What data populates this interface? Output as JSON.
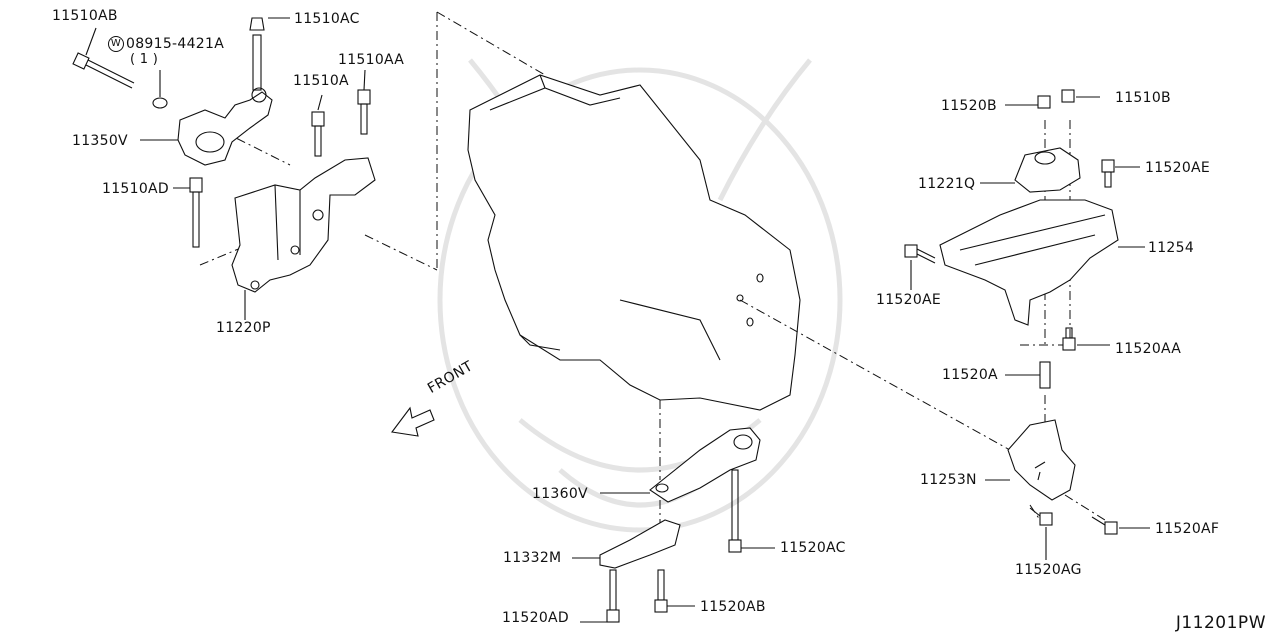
{
  "diagram_code": "J11201PW",
  "direction_label": "FRONT",
  "labels": {
    "p11510AB": "11510AB",
    "washer_part": "08915-4421A",
    "washer_qty": "( 1 )",
    "washer_symbol": "W",
    "p11510AC": "11510AC",
    "p11510AA": "11510AA",
    "p11510A": "11510A",
    "p11350V": "11350V",
    "p11510AD": "11510AD",
    "p11220P": "11220P",
    "p11520B": "11520B",
    "p11510B": "11510B",
    "p11221Q": "11221Q",
    "p11520AE_top": "11520AE",
    "p11254": "11254",
    "p11520AE_left": "11520AE",
    "p11520AA": "11520AA",
    "p11520A": "11520A",
    "p11253N": "11253N",
    "p11520AF": "11520AF",
    "p11520AG": "11520AG",
    "p11360V": "11360V",
    "p11520AC": "11520AC",
    "p11332M": "11332M",
    "p11520AD": "11520AD",
    "p11520AB": "11520AB"
  }
}
